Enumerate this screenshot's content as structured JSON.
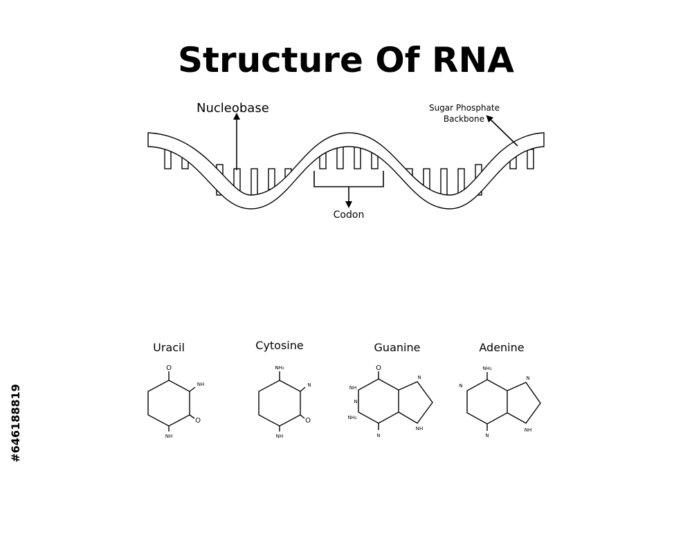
{
  "title": "Structure Of RNA",
  "strand": {
    "nucleobase_label": "Nucleobase",
    "backbone_label_line1": "Sugar Phosphate",
    "backbone_label_line2": "Backbone",
    "codon_label": "Codon"
  },
  "molecules": [
    {
      "name": "Uracil",
      "atoms": {
        "top": "O",
        "upper_right": "NH",
        "lower_right": "O",
        "bottom": "NH"
      }
    },
    {
      "name": "Cytosine",
      "atoms": {
        "top": "NH₂",
        "upper_right": "N",
        "lower_right": "O",
        "bottom": "NH"
      }
    },
    {
      "name": "Guanine",
      "atoms": {
        "top": "O",
        "upper_left": "NH",
        "left_mid": "N",
        "lower_left": "NH₂",
        "bottom": "N",
        "five_ring_top": "N",
        "five_ring_bottom": "NH"
      }
    },
    {
      "name": "Adenine",
      "atoms": {
        "top": "NH₂",
        "left": "N",
        "bottom": "N",
        "five_ring_top": "N",
        "five_ring_bottom": "NH"
      }
    }
  ],
  "watermark_id": "#646188819",
  "colors": {
    "line": "#000000",
    "background": "#ffffff",
    "watermark": "#000000"
  }
}
